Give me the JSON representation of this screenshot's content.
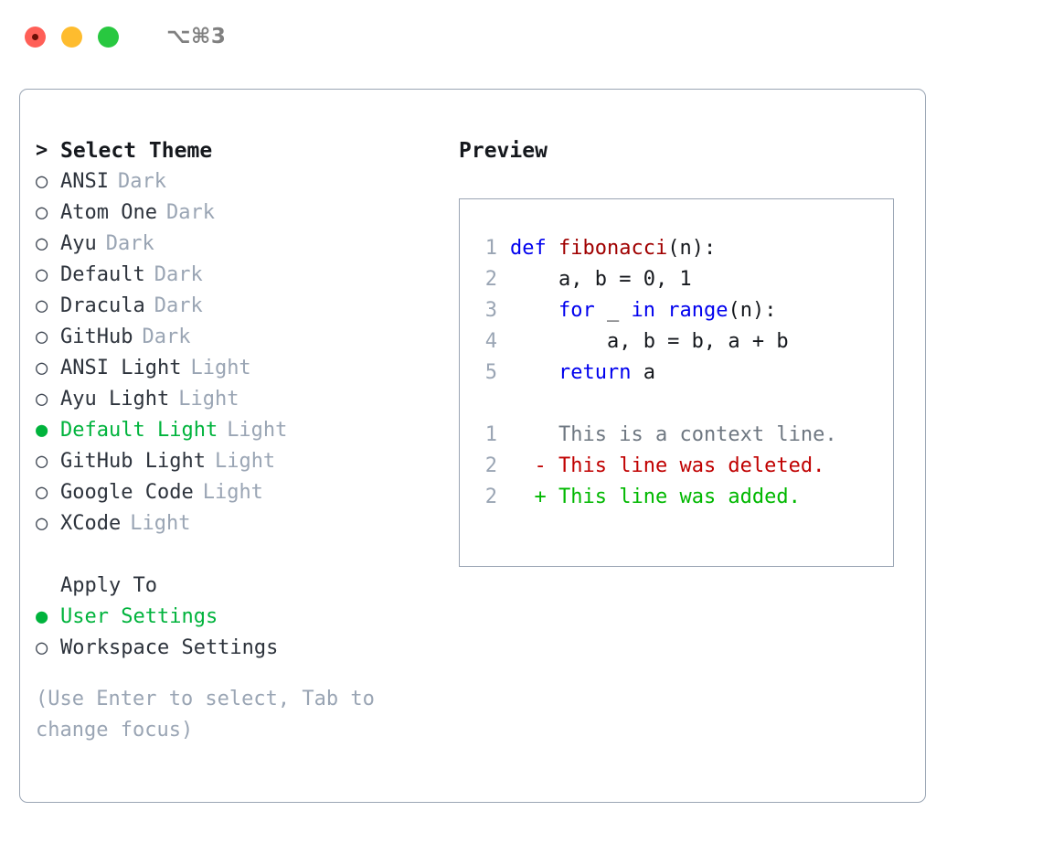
{
  "titlebar": {
    "shortcut": "⌥⌘3",
    "buttons": [
      {
        "name": "close",
        "color": "#ff5f57"
      },
      {
        "name": "minimize",
        "color": "#febc2e"
      },
      {
        "name": "maximize",
        "color": "#28c840"
      }
    ]
  },
  "theme_list": {
    "heading": "Select Theme",
    "heading_marker": ">",
    "markers": {
      "selected": "●",
      "unselected": "○"
    },
    "items": [
      {
        "label": "ANSI",
        "tag": "Dark",
        "selected": false,
        "marker": "○"
      },
      {
        "label": "Atom One",
        "tag": "Dark",
        "selected": false,
        "marker": "○"
      },
      {
        "label": "Ayu",
        "tag": "Dark",
        "selected": false,
        "marker": "○"
      },
      {
        "label": "Default",
        "tag": "Dark",
        "selected": false,
        "marker": "○"
      },
      {
        "label": "Dracula",
        "tag": "Dark",
        "selected": false,
        "marker": "○"
      },
      {
        "label": "GitHub",
        "tag": "Dark",
        "selected": false,
        "marker": "○"
      },
      {
        "label": "ANSI Light",
        "tag": "Light",
        "selected": false,
        "marker": "○"
      },
      {
        "label": "Ayu Light",
        "tag": "Light",
        "selected": false,
        "marker": "○"
      },
      {
        "label": "Default Light",
        "tag": "Light",
        "selected": true,
        "marker": "●"
      },
      {
        "label": "GitHub Light",
        "tag": "Light",
        "selected": false,
        "marker": "○"
      },
      {
        "label": "Google Code",
        "tag": "Light",
        "selected": false,
        "marker": "○"
      },
      {
        "label": "XCode",
        "tag": "Light",
        "selected": false,
        "marker": "○"
      }
    ]
  },
  "apply_to": {
    "heading": "Apply To",
    "items": [
      {
        "label": "User Settings",
        "selected": true,
        "marker": "●"
      },
      {
        "label": "Workspace Settings",
        "selected": false,
        "marker": "○"
      }
    ]
  },
  "help_text": "(Use Enter to select, Tab to change focus)",
  "preview": {
    "title": "Preview",
    "code_lines": [
      {
        "no": "1",
        "segments": [
          {
            "text": "def ",
            "kind": "kw"
          },
          {
            "text": "fibonacci",
            "kind": "fn"
          },
          {
            "text": "(n):",
            "kind": "plain"
          }
        ]
      },
      {
        "no": "2",
        "segments": [
          {
            "text": "    a, b = 0, 1",
            "kind": "plain"
          }
        ]
      },
      {
        "no": "3",
        "segments": [
          {
            "text": "    ",
            "kind": "plain"
          },
          {
            "text": "for",
            "kind": "kw"
          },
          {
            "text": " _ ",
            "kind": "plain"
          },
          {
            "text": "in",
            "kind": "kw"
          },
          {
            "text": " ",
            "kind": "plain"
          },
          {
            "text": "range",
            "kind": "kw"
          },
          {
            "text": "(n):",
            "kind": "plain"
          }
        ]
      },
      {
        "no": "4",
        "segments": [
          {
            "text": "        a, b = b, a + b",
            "kind": "plain"
          }
        ]
      },
      {
        "no": "5",
        "segments": [
          {
            "text": "    ",
            "kind": "plain"
          },
          {
            "text": "return",
            "kind": "kw"
          },
          {
            "text": " a",
            "kind": "plain"
          }
        ]
      }
    ],
    "diff_lines": [
      {
        "no": "1",
        "sign": " ",
        "text": "This is a context line.",
        "kind": "ctx"
      },
      {
        "no": "2",
        "sign": "-",
        "text": "This line was deleted.",
        "kind": "del"
      },
      {
        "no": "2",
        "sign": "+",
        "text": "This line was added.",
        "kind": "add"
      }
    ]
  },
  "colors": {
    "accent_green": "#00b33c",
    "muted_gray": "#9aa5b4",
    "keyword_blue": "#0000ee",
    "function_red": "#a00000",
    "diff_add": "#00b800",
    "diff_del": "#c00000",
    "border": "#9aa5b4"
  }
}
